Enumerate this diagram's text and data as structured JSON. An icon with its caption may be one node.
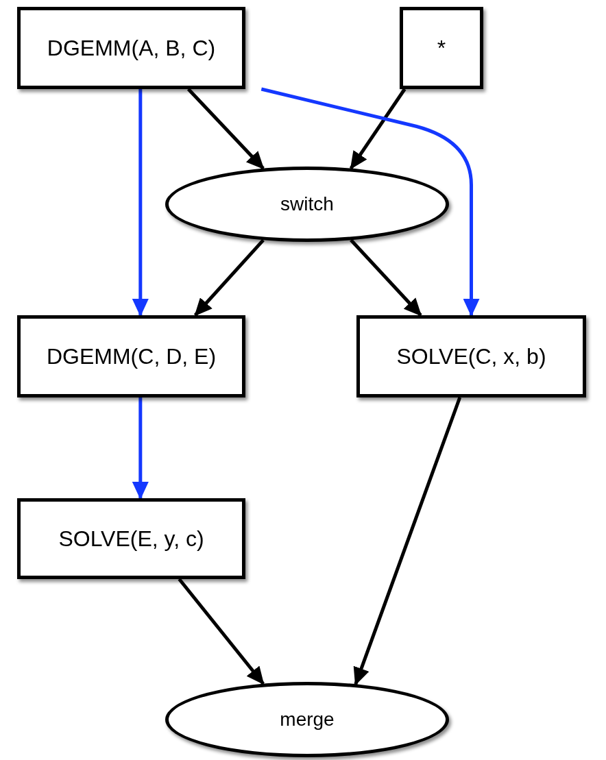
{
  "diagram": {
    "nodes": [
      {
        "text": [
          "DGEMM(A, B, C)"
        ]
      },
      {
        "text": [
          "*"
        ]
      },
      {
        "text": [
          "switch"
        ]
      },
      {
        "text": [
          "DGEMM(C, D, E)"
        ]
      },
      {
        "text": [
          "SOLVE(C, x, b)"
        ]
      },
      {
        "text": [
          "SOLVE(E, y, c)"
        ]
      },
      {
        "text": [
          "merge"
        ]
      }
    ],
    "edges": [
      {
        "from": 0,
        "to": 2,
        "arrow": "to"
      },
      {
        "from": 1,
        "to": 2,
        "arrow": "to"
      },
      {
        "from": 0,
        "to": 3,
        "arrow": "to",
        "color": "#1438ff"
      },
      {
        "from": 0,
        "to": 4,
        "arrow": "to",
        "color": "#1438ff"
      },
      {
        "from": 2,
        "to": 3,
        "arrow": "to"
      },
      {
        "from": 2,
        "to": 4,
        "arrow": "to"
      },
      {
        "from": 3,
        "to": 5,
        "arrow": "to",
        "color": "#1438ff"
      },
      {
        "from": 5,
        "to": 6,
        "arrow": "to"
      },
      {
        "from": 4,
        "to": 6,
        "arrow": "to"
      }
    ]
  }
}
